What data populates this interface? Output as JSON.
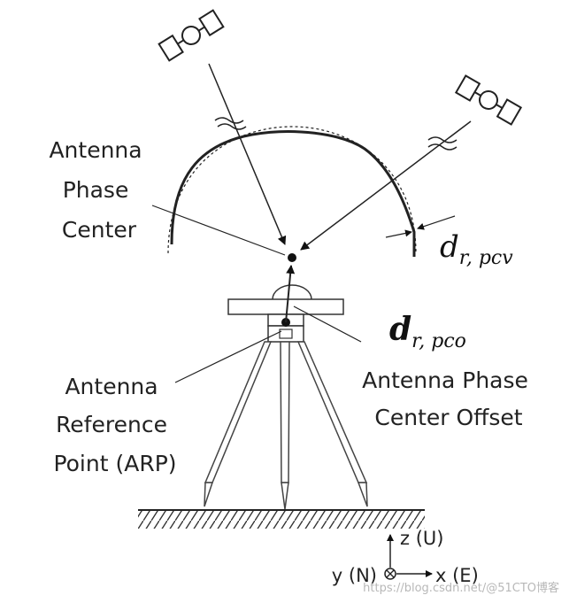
{
  "labels": {
    "phase_center": [
      "Antenna",
      "Phase",
      "Center"
    ],
    "arp": [
      "Antenna",
      "Reference",
      "Point (ARP)"
    ],
    "pco": [
      "Antenna Phase",
      "Center Offset"
    ]
  },
  "symbols": {
    "pcv": {
      "base": "d",
      "sub": "r, pcv"
    },
    "pco": {
      "base": "d",
      "sub": "r, pco"
    }
  },
  "axes": {
    "z": "z (U)",
    "y": "y (N)",
    "x": "x (E)"
  },
  "watermark": "https://blog.csdn.net/@51CTO博客"
}
